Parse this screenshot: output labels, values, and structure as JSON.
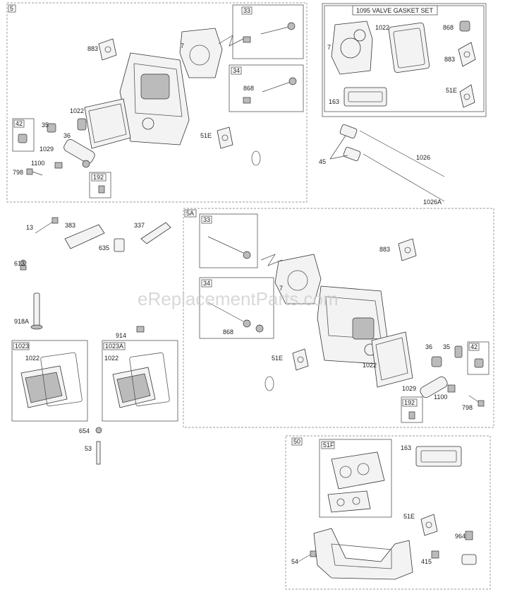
{
  "watermark": "eReplacementParts.com",
  "groups": {
    "g5": "5",
    "g5A": "5A",
    "g50": "50",
    "gasket_set": "1095 VALVE GASKET SET",
    "g1023": "1023",
    "g1023A": "1023A",
    "g51F": "51F"
  },
  "labels": {
    "p883a": "883",
    "p7a": "7",
    "p33a": "33",
    "p34a": "34",
    "p868a": "868",
    "p1022a": "1022",
    "p42a": "42",
    "p35a": "35",
    "p36a": "36",
    "p1029a": "1029",
    "p1100a": "1100",
    "p798a": "798",
    "p192a": "192",
    "p51Ea": "51E",
    "gs1022": "1022",
    "gs868": "868",
    "gs7": "7",
    "gs883": "883",
    "gs51E": "51E",
    "gs163": "163",
    "p45": "45",
    "p1026": "1026",
    "p1026A": "1026A",
    "p13": "13",
    "p383": "383",
    "p337": "337",
    "p635": "635",
    "p613": "613",
    "p918A": "918A",
    "p914": "914",
    "p1022c": "1022",
    "p1022d": "1022",
    "p654": "654",
    "p53": "53",
    "p33b": "33",
    "p883b": "883",
    "p7b": "7",
    "p34b": "34",
    "p868b": "868",
    "p51Eb": "51E",
    "p1022b": "1022",
    "p36b": "36",
    "p35b": "35",
    "p42b": "42",
    "p1029b": "1029",
    "p1100b": "1100",
    "p798b": "798",
    "p192b": "192",
    "p163b": "163",
    "p51Ec": "51E",
    "p964": "964",
    "p54": "54",
    "p415": "415"
  }
}
